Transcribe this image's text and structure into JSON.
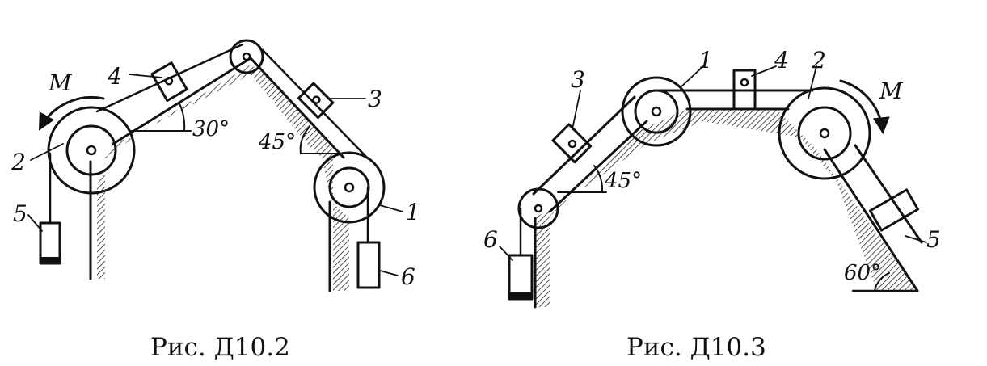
{
  "figures": [
    {
      "caption": "Рис.  Д10.2",
      "labels": {
        "moment": "M",
        "wheel_2": "2",
        "block_4": "4",
        "block_3": "3",
        "angle_30": "30°",
        "angle_45": "45°",
        "wheel_1": "1",
        "weight_5": "5",
        "weight_6": "6"
      }
    },
    {
      "caption": "Рис.  Д10.3",
      "labels": {
        "block_3": "3",
        "wheel_1": "1",
        "block_4": "4",
        "wheel_2": "2",
        "moment": "M",
        "angle_45": "45°",
        "block_5": "5",
        "weight_6": "6",
        "angle_60": "60°"
      }
    }
  ]
}
